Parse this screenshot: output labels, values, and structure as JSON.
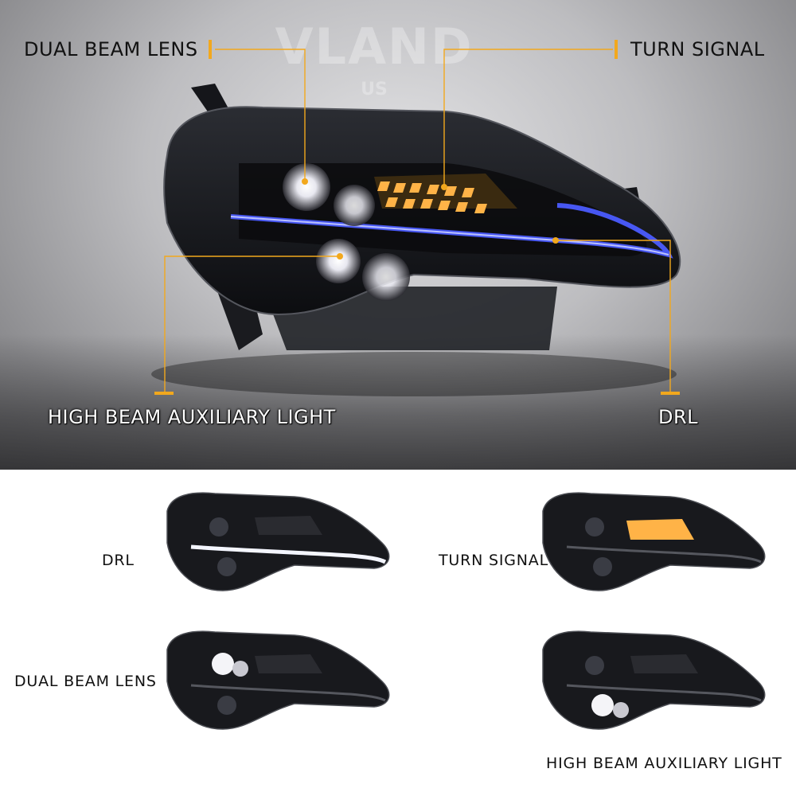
{
  "hero": {
    "brand_logo": "VLAND",
    "brand_logo_sub": "US",
    "callouts": {
      "dual_beam_lens": "DUAL BEAM LENS",
      "turn_signal": "TURN SIGNAL",
      "high_beam_auxiliary_light": "HIGH BEAM AUXILIARY LIGHT",
      "drl": "DRL"
    }
  },
  "variants": {
    "drl": "DRL",
    "turn_signal": "TURN SIGNAL",
    "dual_beam_lens": "DUAL BEAM LENS",
    "high_beam_auxiliary_light": "HIGH BEAM AUXILIARY LIGHT"
  },
  "colors": {
    "accent_amber": "#f2a81d",
    "drl_blue": "#4b5cff",
    "turn_signal_amber": "#ffb347"
  }
}
